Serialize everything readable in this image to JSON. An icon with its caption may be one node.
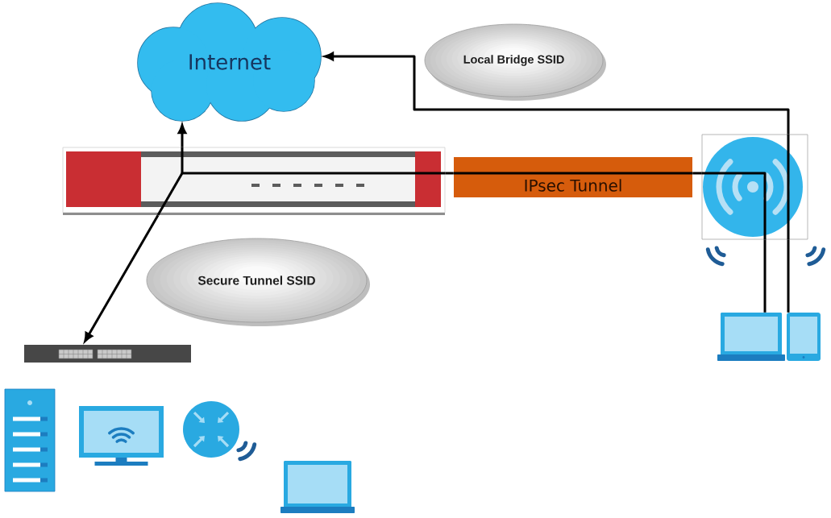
{
  "diagram": {
    "nodes": [
      {
        "text": [
          "Internet"
        ]
      },
      {
        "text": [
          "Local Bridge SSID"
        ]
      },
      {
        "text": [],
        "shape": "picture"
      },
      {
        "text": [
          "IPsec Tunnel"
        ]
      },
      {
        "text": [],
        "shape": "picture"
      },
      {
        "text": [
          "Secure Tunnel SSID"
        ]
      },
      {
        "text": [],
        "shape": "picture"
      },
      {
        "text": [],
        "shape": "picture"
      },
      {
        "text": [],
        "shape": "picture"
      },
      {
        "text": [],
        "shape": "picture"
      },
      {
        "text": [],
        "shape": "picture"
      },
      {
        "text": [],
        "shape": "picture"
      },
      {
        "text": [],
        "shape": "picture"
      }
    ],
    "edges": [
      {
        "from": 6,
        "to": 4,
        "arrow": "none"
      },
      {
        "from": 4,
        "to": 3,
        "arrow": "none"
      },
      {
        "from": 3,
        "to": 2,
        "arrow": "none"
      },
      {
        "from": 2,
        "to": 0,
        "arrow": "to"
      },
      {
        "from": 2,
        "to": 8,
        "arrow": "to"
      },
      {
        "from": 7,
        "to": 4,
        "arrow": "none"
      },
      {
        "from": 4,
        "to": 0,
        "arrow": "to"
      }
    ]
  }
}
